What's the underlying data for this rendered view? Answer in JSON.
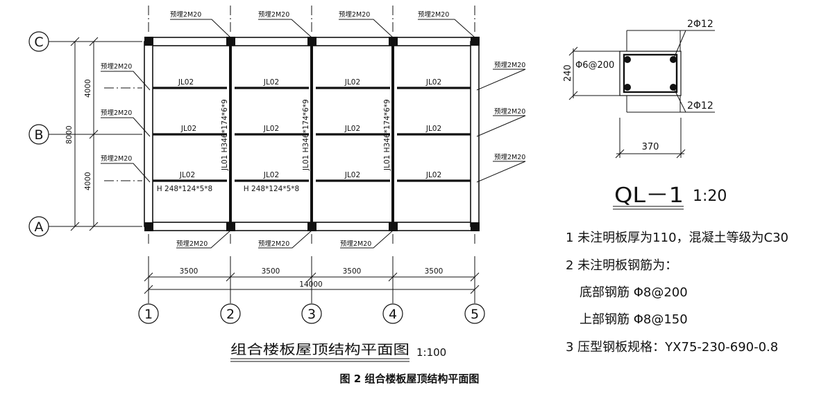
{
  "grid_axes": {
    "rows": [
      "C",
      "B",
      "A"
    ],
    "cols": [
      "1",
      "2",
      "3",
      "4",
      "5"
    ]
  },
  "dims": {
    "bay": "3500",
    "total_x": "14000",
    "half_y": "4000",
    "total_y": "8000"
  },
  "labels": {
    "anchor": "预埋2M20",
    "jl02": "JL02",
    "jl01": "JL01 H346*174*6*9",
    "h248": "H 248*124*5*8"
  },
  "plan_title": "组合楼板屋顶结构平面图",
  "plan_scale": "1:100",
  "section": {
    "top_bars": "2Φ12",
    "bottom_bars": "2Φ12",
    "stirrup": "Φ6@200",
    "height": "240",
    "width": "370",
    "title": "QL－1",
    "scale": "1:20"
  },
  "notes": [
    "1  未注明板厚为110，混凝土等级为C30",
    "2  未注明板钢筋为：",
    "底部钢筋  Φ8@200",
    "上部钢筋  Φ8@150",
    "3  压型钢板规格：YX75-230-690-0.8"
  ],
  "figure_caption": "图 2   组合楼板屋顶结构平面图"
}
